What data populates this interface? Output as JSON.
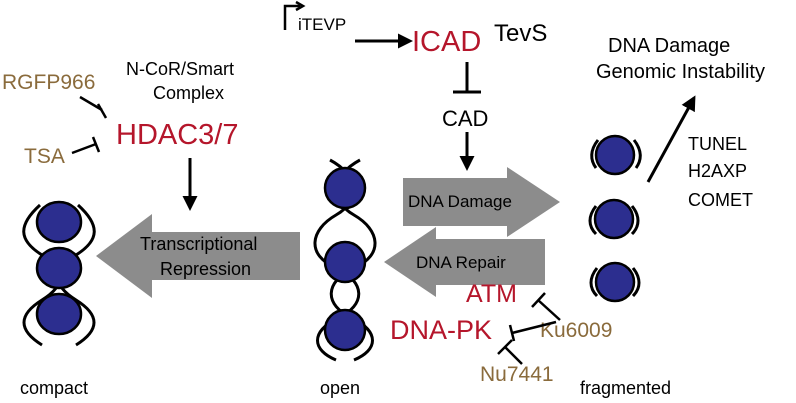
{
  "colors": {
    "emphasis_red": "#b5162b",
    "inhibitor_brown": "#8a6b3c",
    "nucleosome_blue": "#2c2e8f",
    "arrow_gray": "#8c8c8c"
  },
  "labels": {
    "itevp": "iTEVP",
    "icad": "ICAD",
    "tevs": "TevS",
    "cad": "CAD",
    "dna_damage_genomic_line1": "DNA Damage",
    "dna_damage_genomic_line2": "Genomic Instability",
    "ncor_line1": "N-CoR/Smart",
    "ncor_line2": "Complex",
    "rgfp966": "RGFP966",
    "tsa": "TSA",
    "hdac": "HDAC3/7",
    "transcriptional_line1": "Transcriptional",
    "transcriptional_line2": "Repression",
    "dna_damage_arrow": "DNA Damage",
    "dna_repair_arrow": "DNA Repair",
    "atm": "ATM",
    "dnapk": "DNA-PK",
    "ku6009": "Ku6009",
    "nu7441": "Nu7441",
    "tunel": "TUNEL",
    "h2axp": "H2AXP",
    "comet": "COMET",
    "compact": "compact",
    "open": "open",
    "fragmented": "fragmented"
  }
}
